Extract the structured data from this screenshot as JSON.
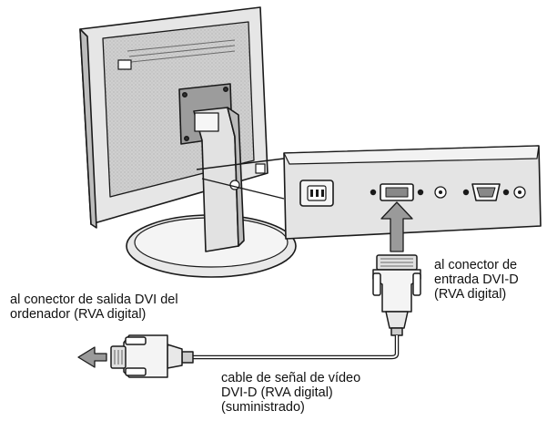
{
  "labels": {
    "input_connector": [
      "al conector de",
      "entrada DVI-D",
      "(RVA digital)"
    ],
    "output_connector": [
      "al conector de salida DVI del",
      "ordenador (RVA digital)"
    ],
    "cable": [
      "cable de señal de vídeo",
      "DVI-D (RVA digital)",
      "(suministrado)"
    ]
  },
  "colors": {
    "outline": "#1a1a1a",
    "panel_fill": "#d9d9d9",
    "panel_dark": "#b3b3b3",
    "arrow_fill": "#9a9a9a"
  }
}
